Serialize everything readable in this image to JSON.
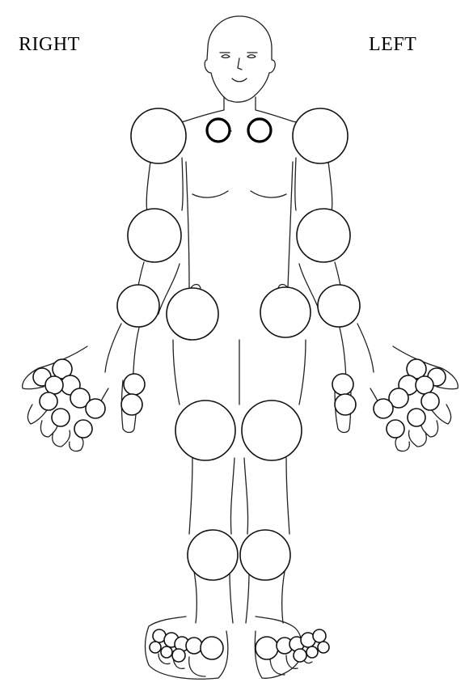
{
  "labels": {
    "right": "RIGHT",
    "left": "LEFT"
  },
  "joints": [
    {
      "name": "joint-right-shoulder"
    },
    {
      "name": "joint-left-shoulder"
    },
    {
      "name": "joint-right-sternoclavicular",
      "bold": true
    },
    {
      "name": "joint-left-sternoclavicular",
      "bold": true
    },
    {
      "name": "joint-right-elbow"
    },
    {
      "name": "joint-left-elbow"
    },
    {
      "name": "joint-right-wrist"
    },
    {
      "name": "joint-left-wrist"
    },
    {
      "name": "joint-right-hip"
    },
    {
      "name": "joint-left-hip"
    },
    {
      "name": "joint-right-knee"
    },
    {
      "name": "joint-left-knee"
    },
    {
      "name": "joint-right-ankle"
    },
    {
      "name": "joint-left-ankle"
    },
    {
      "name": "joint-right-thumb-ip"
    },
    {
      "name": "joint-right-thumb-mcp"
    },
    {
      "name": "joint-left-thumb-ip"
    },
    {
      "name": "joint-left-thumb-mcp"
    },
    {
      "name": "joint-right-finger-joint"
    },
    {
      "name": "joint-left-finger-joint"
    },
    {
      "name": "joint-right-toe-joint"
    },
    {
      "name": "joint-left-toe-joint"
    }
  ]
}
